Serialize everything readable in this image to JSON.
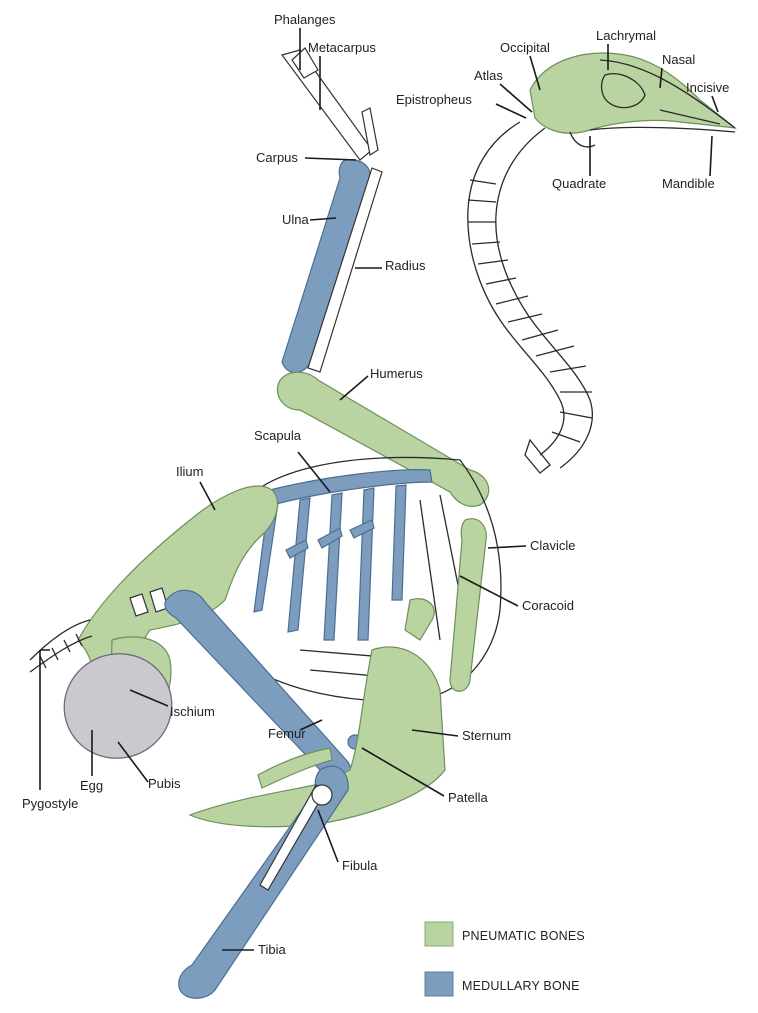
{
  "labels": {
    "phalanges": "Phalanges",
    "metacarpus": "Metacarpus",
    "carpus": "Carpus",
    "ulna": "Ulna",
    "radius": "Radius",
    "humerus": "Humerus",
    "scapula": "Scapula",
    "ilium": "Ilium",
    "ischium": "Ischium",
    "egg": "Egg",
    "pygostyle": "Pygostyle",
    "pubis": "Pubis",
    "femur": "Femur",
    "fibula": "Fibula",
    "tibia": "Tibia",
    "patella": "Patella",
    "sternum": "Sternum",
    "coracoid": "Coracoid",
    "clavicle": "Clavicle",
    "occipital": "Occipital",
    "atlas": "Atlas",
    "epistropheus": "Epistropheus",
    "lachrymal": "Lachrymal",
    "nasal": "Nasal",
    "incisive": "Incisive",
    "quadrate": "Quadrate",
    "mandible": "Mandible"
  },
  "legend": {
    "pneumatic": "PNEUMATIC BONES",
    "medullary": "MEDULLARY BONE"
  },
  "colors": {
    "pneumatic": "#b9d4a1",
    "medullary": "#7d9dbf",
    "egg": "#c9c9cf"
  }
}
